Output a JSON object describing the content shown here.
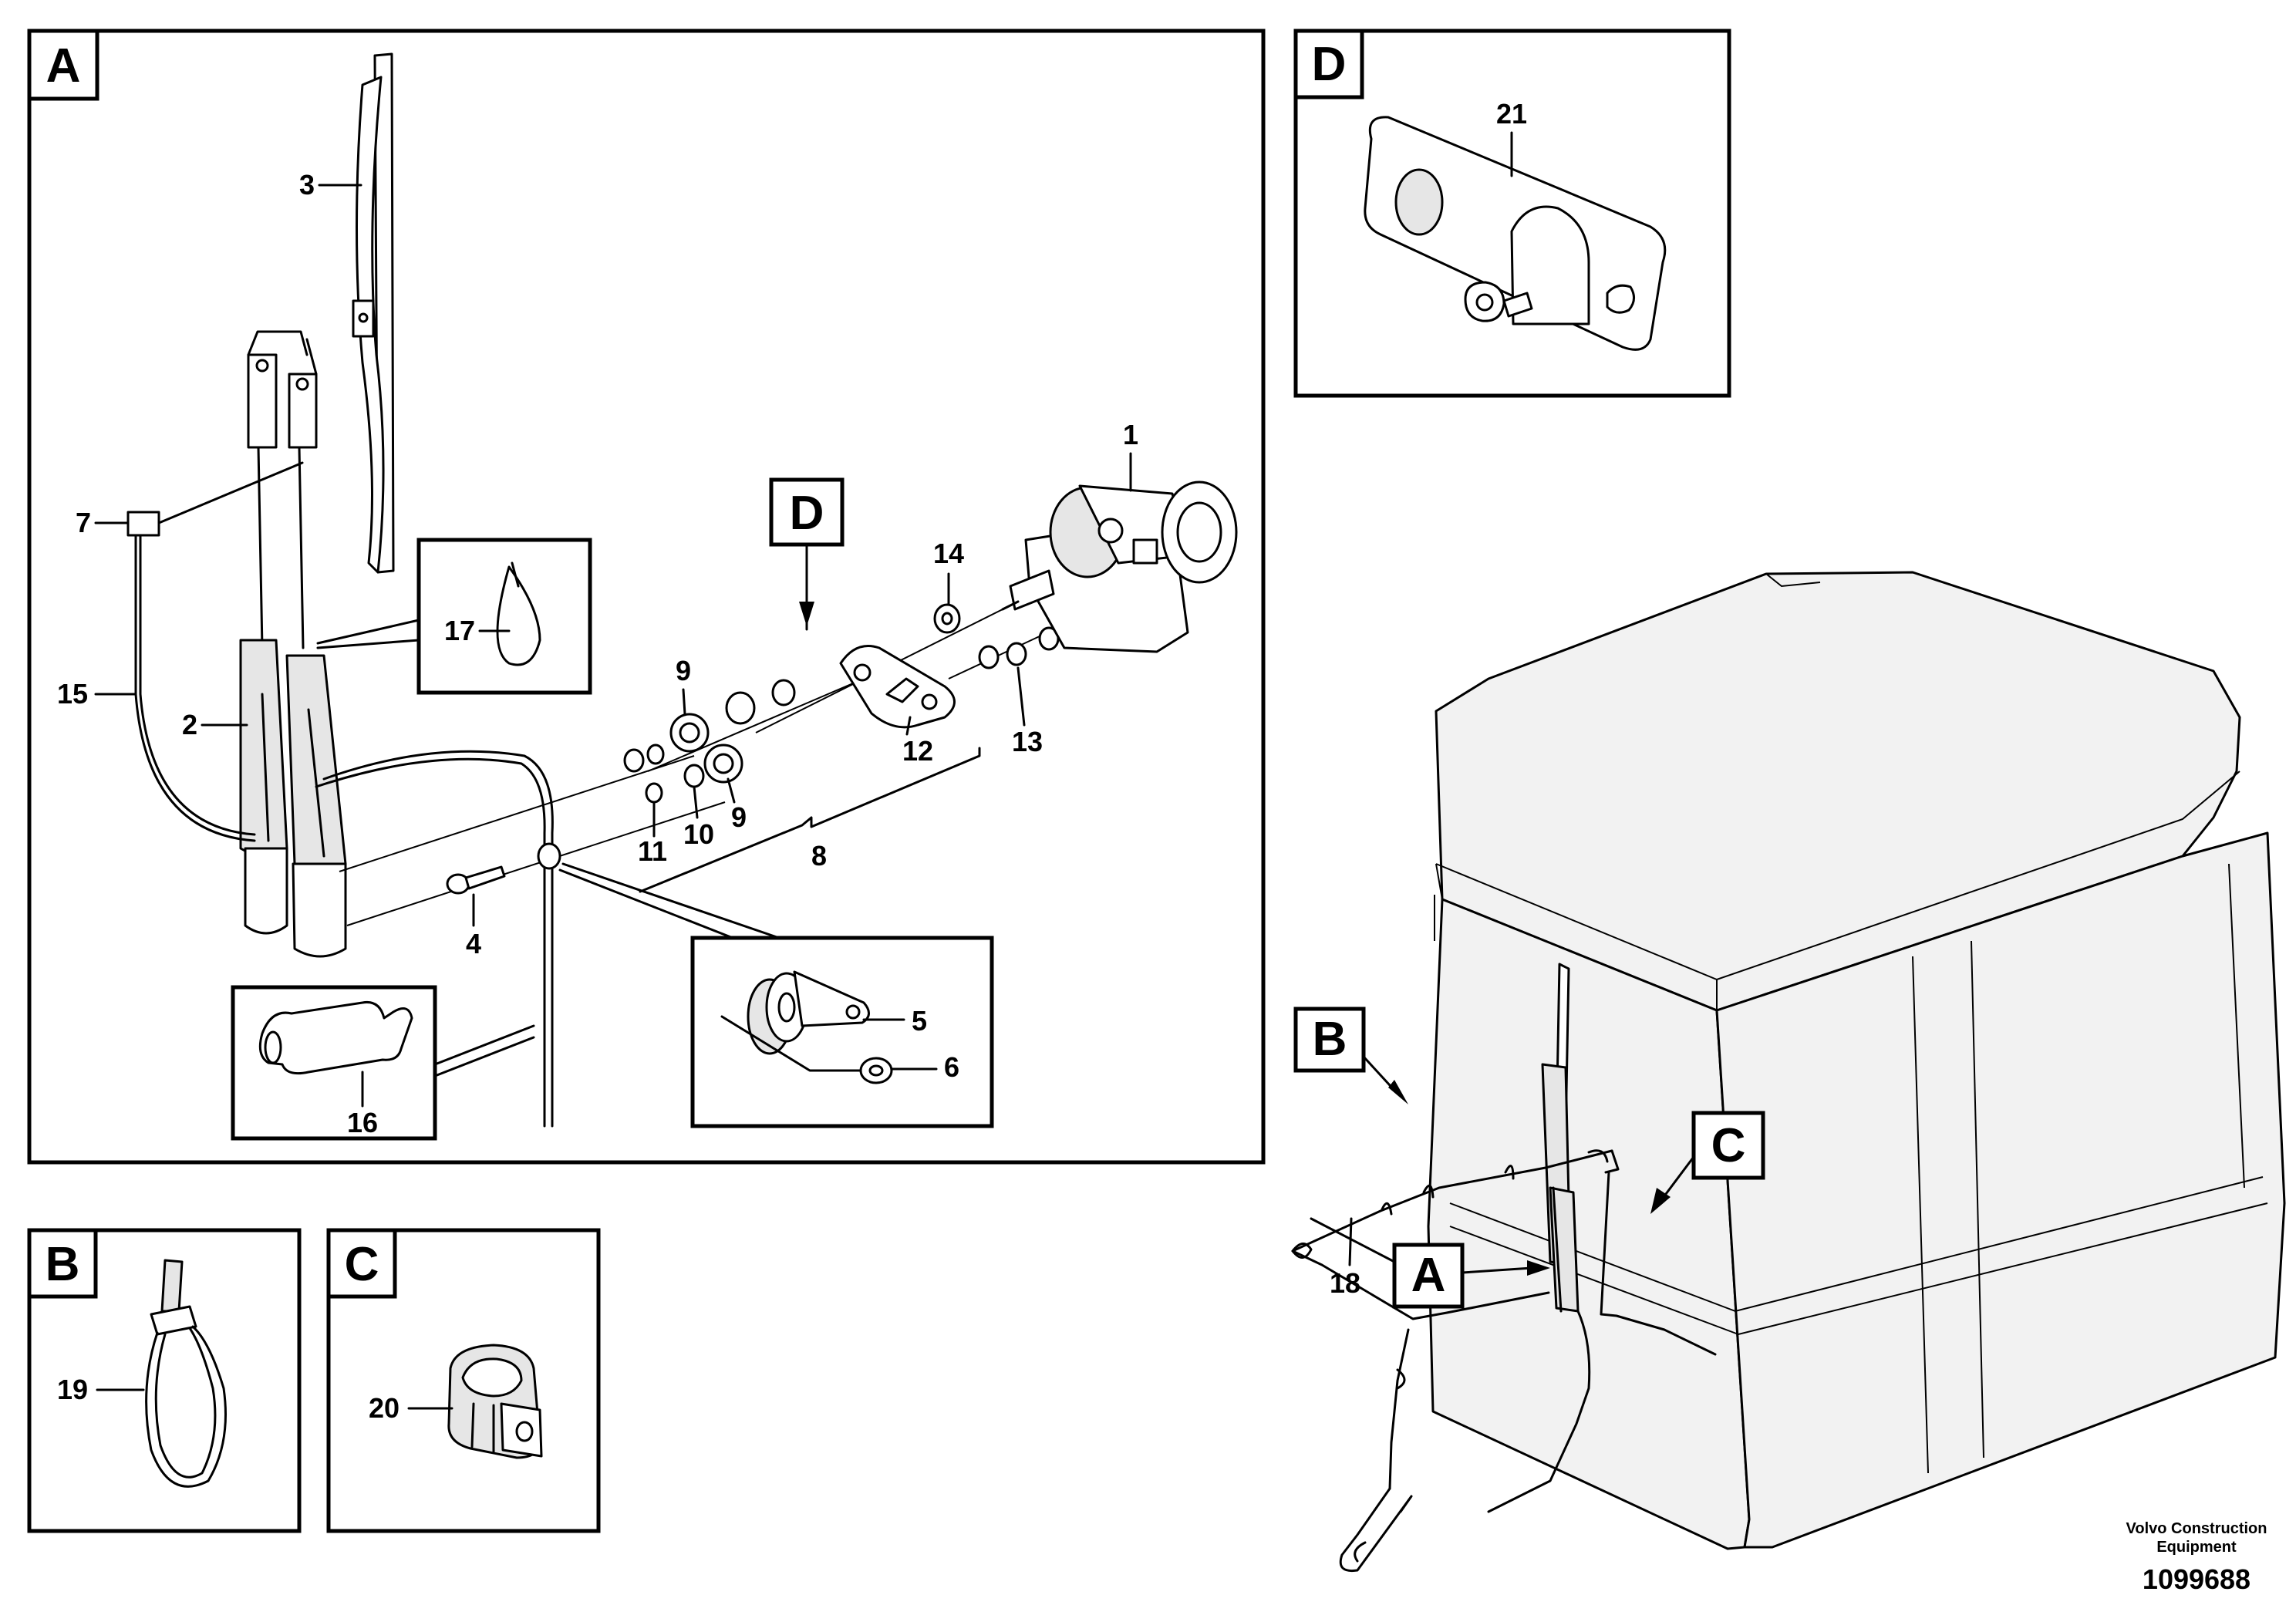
{
  "diagram": {
    "panels": [
      {
        "id": "A",
        "letter": "A"
      },
      {
        "id": "D",
        "letter": "D"
      },
      {
        "id": "B",
        "letter": "B"
      },
      {
        "id": "C",
        "letter": "C"
      }
    ],
    "callout_tags": {
      "D": "D",
      "A": "A",
      "B": "B",
      "C": "C"
    },
    "part_numbers": [
      "1",
      "2",
      "3",
      "4",
      "5",
      "6",
      "7",
      "8",
      "9",
      "9",
      "10",
      "11",
      "12",
      "13",
      "14",
      "15",
      "16",
      "17",
      "18",
      "19",
      "20",
      "21"
    ],
    "footer": {
      "company_line1": "Volvo Construction",
      "company_line2": "Equipment",
      "drawing_number": "1099688"
    }
  }
}
